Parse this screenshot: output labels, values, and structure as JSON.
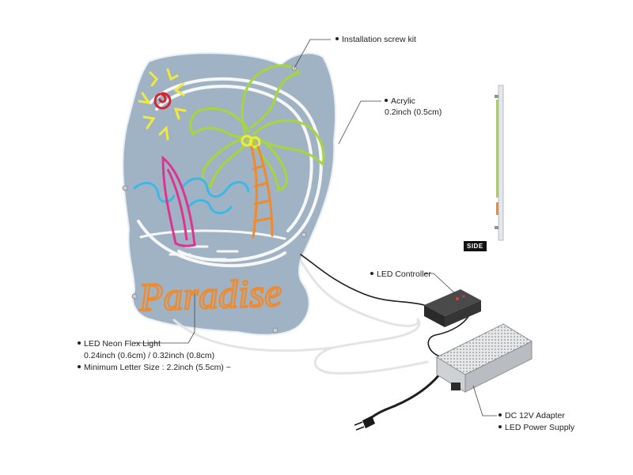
{
  "sign": {
    "text": "Paradise"
  },
  "labels": {
    "screw_kit": "Installation screw kit",
    "acrylic_title": "Acrylic",
    "acrylic_size": "0.2inch (0.5cm)",
    "led_controller": "LED Controller",
    "led_flex_title": "LED Neon Flex Light",
    "led_flex_size": "0.24inch (0.6cm) / 0.32inch (0.8cm)",
    "min_letter": "Minimum Letter Size : 2.2inch (5.5cm) ~",
    "dc_adapter": "DC 12V Adapter",
    "power_supply": "LED Power Supply",
    "side": "SIDE"
  },
  "colors": {
    "acrylic": "#9fb3c4",
    "acrylic_edge": "#e8eef3",
    "neon_yellow": "#f2ea3a",
    "neon_red": "#d8232f",
    "neon_green": "#a6d63a",
    "neon_orange": "#f08a2c",
    "neon_blue": "#3cb8e6",
    "neon_pink": "#e0338f",
    "neon_white": "#f7f7f7",
    "controller": "#3a3a3a",
    "adapter": "#d0d3d6"
  }
}
